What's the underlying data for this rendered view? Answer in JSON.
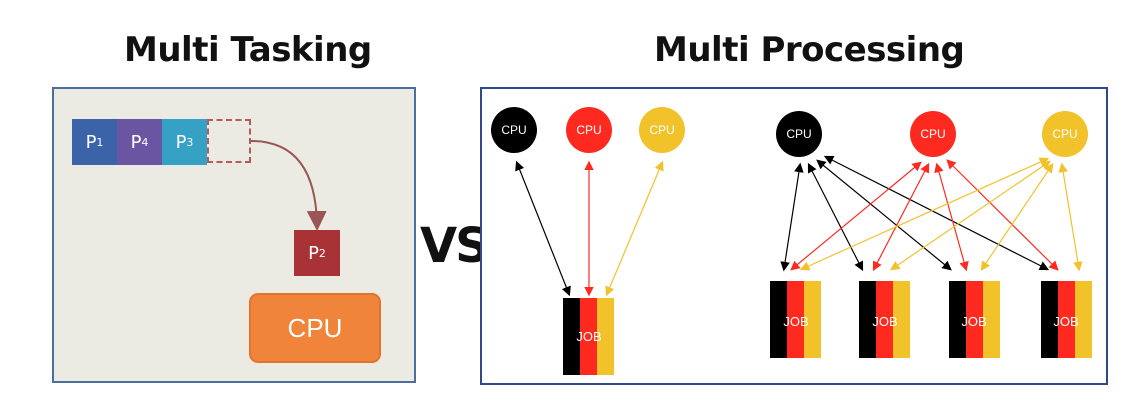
{
  "titles": {
    "left": "Multi Tasking",
    "right": "Multi Processing",
    "vs": "VS"
  },
  "multitasking": {
    "queue": [
      {
        "label": "P",
        "sub": "1",
        "color": "#3b63a8"
      },
      {
        "label": "P",
        "sub": "4",
        "color": "#6a55a2"
      },
      {
        "label": "P",
        "sub": "3",
        "color": "#35a1c4"
      }
    ],
    "running": {
      "label": "P",
      "sub": "2",
      "color": "#a83236"
    },
    "cpu_label": "CPU",
    "cpu_color": "#f0843a"
  },
  "multiprocessing": {
    "cpu_label": "CPU",
    "job_label": "JOB",
    "cpu_colors": [
      "#000000",
      "#ff2a1f",
      "#f2c22b"
    ],
    "job_stripes": [
      "#000000",
      "#ff2a1f",
      "#f2c22b"
    ]
  }
}
